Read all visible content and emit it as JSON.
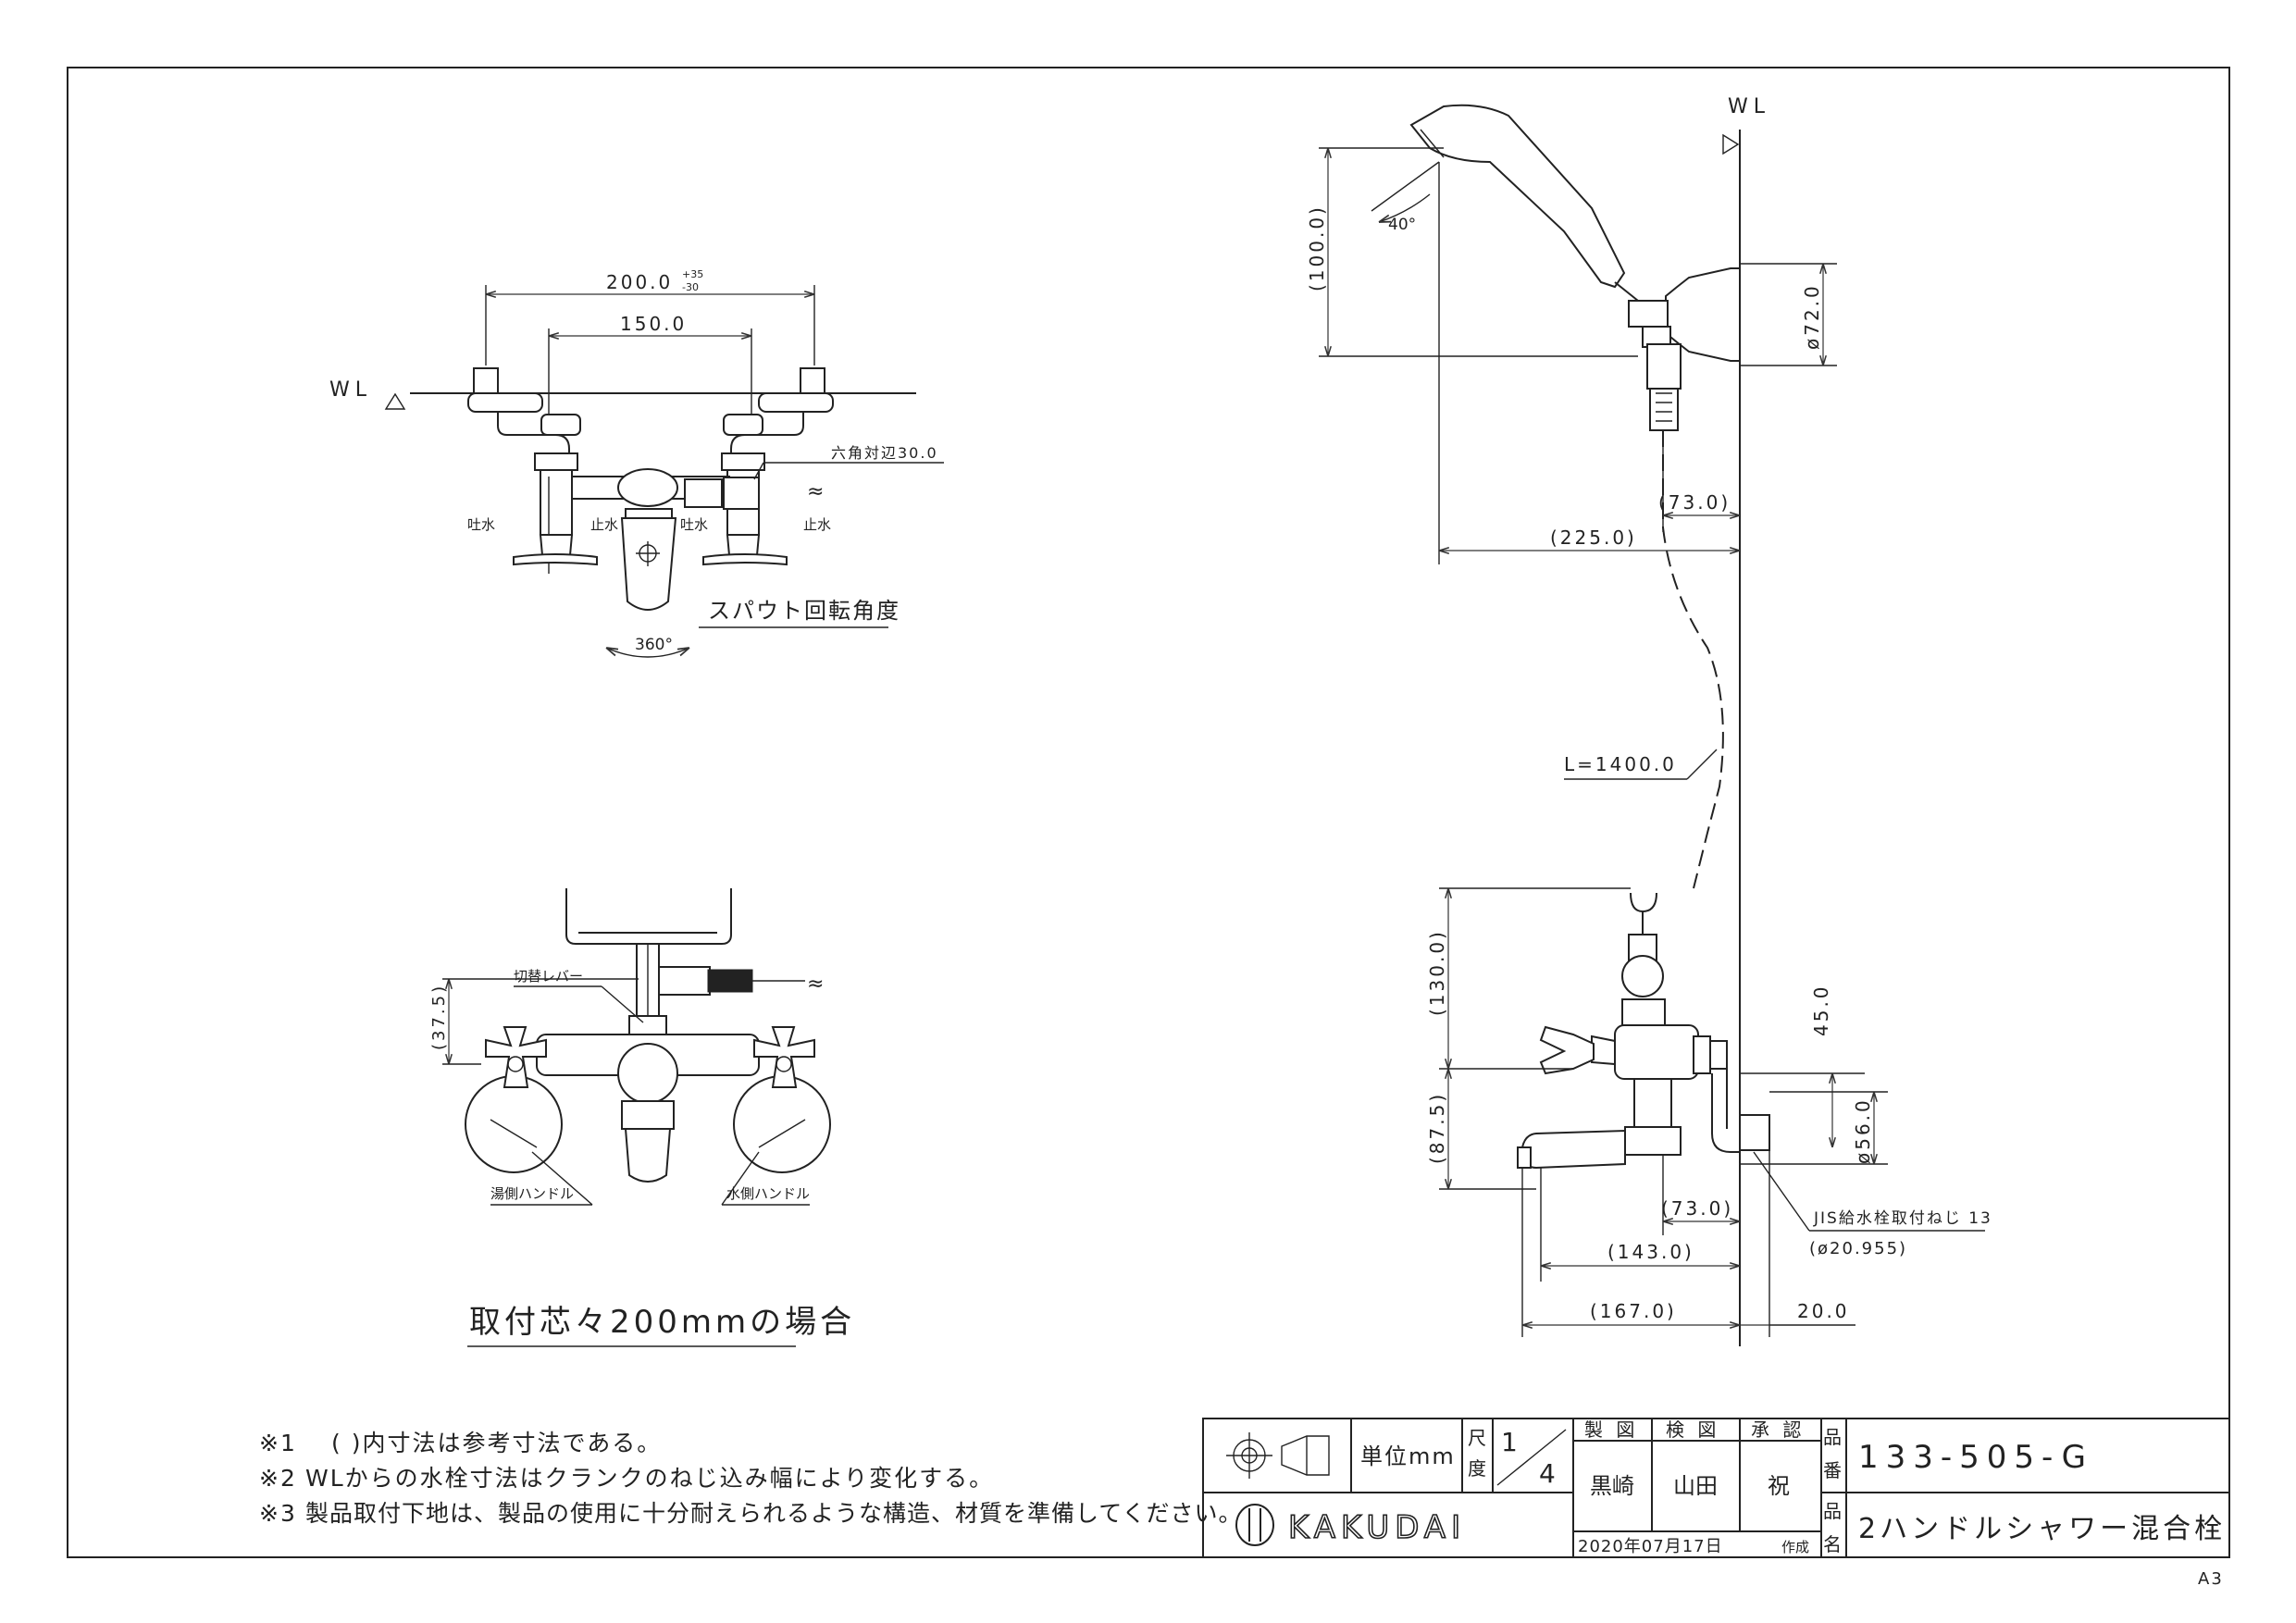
{
  "sheet_size": "A3",
  "top_view": {
    "dim_outer": "200.0",
    "dim_outer_upper_tol": "+35",
    "dim_outer_lower_tol": "-30",
    "dim_inner": "150.0",
    "wl": "WL",
    "hex_label": "六角対辺30.0",
    "spout_label_left": "吐水",
    "stop_label_left": "止水",
    "spout_label_right": "吐水",
    "stop_label_right": "止水",
    "rotation_angle": "360°",
    "rotation_caption": "スパウト回転角度"
  },
  "front_view": {
    "switch_lever": "切替レバー",
    "dim_375": "(37.5)",
    "hot_handle": "湯側ハンドル",
    "cold_handle": "水側ハンドル",
    "caption": "取付芯々200mmの場合"
  },
  "side_view": {
    "wl": "WL",
    "angle": "40°",
    "dim_100": "(100.0)",
    "dim_72": "ø72.0",
    "dim_73_top": "(73.0)",
    "dim_225": "(225.0)",
    "hose_length": "L=1400.0",
    "dim_130": "(130.0)",
    "dim_45": "45.0",
    "dim_875": "(87.5)",
    "dim_56": "ø56.0",
    "dim_73_bottom": "(73.0)",
    "jis_note": "JIS給水栓取付ねじ 13",
    "jis_dia": "(ø20.955)",
    "dim_143": "(143.0)",
    "dim_167": "(167.0)",
    "dim_20": "20.0"
  },
  "notes": [
    {
      "mark": "※1",
      "text": "(  )内寸法は参考寸法である。"
    },
    {
      "mark": "※2",
      "text": "WLからの水栓寸法はクランクのねじ込み幅により変化する。"
    },
    {
      "mark": "※3",
      "text": "製品取付下地は、製品の使用に十分耐えられるような構造、材質を準備してください。"
    }
  ],
  "title_block": {
    "unit_label": "単位mm",
    "scale_label_1": "尺",
    "scale_label_2": "度",
    "scale_num": "1",
    "scale_den": "4",
    "drawn_head": "製 図",
    "checked_head": "検 図",
    "approved_head": "承 認",
    "drawn_by": "黒崎",
    "checked_by": "山田",
    "approved_by": "祝",
    "date": "2020年07月17日",
    "date_suffix": "作成",
    "part_no_label_1": "品",
    "part_no_label_2": "番",
    "part_no": "133-505-G",
    "product_label_1": "品",
    "product_label_2": "名",
    "product_name": "2ハンドルシャワー混合栓",
    "company": "KAKUDAI"
  }
}
